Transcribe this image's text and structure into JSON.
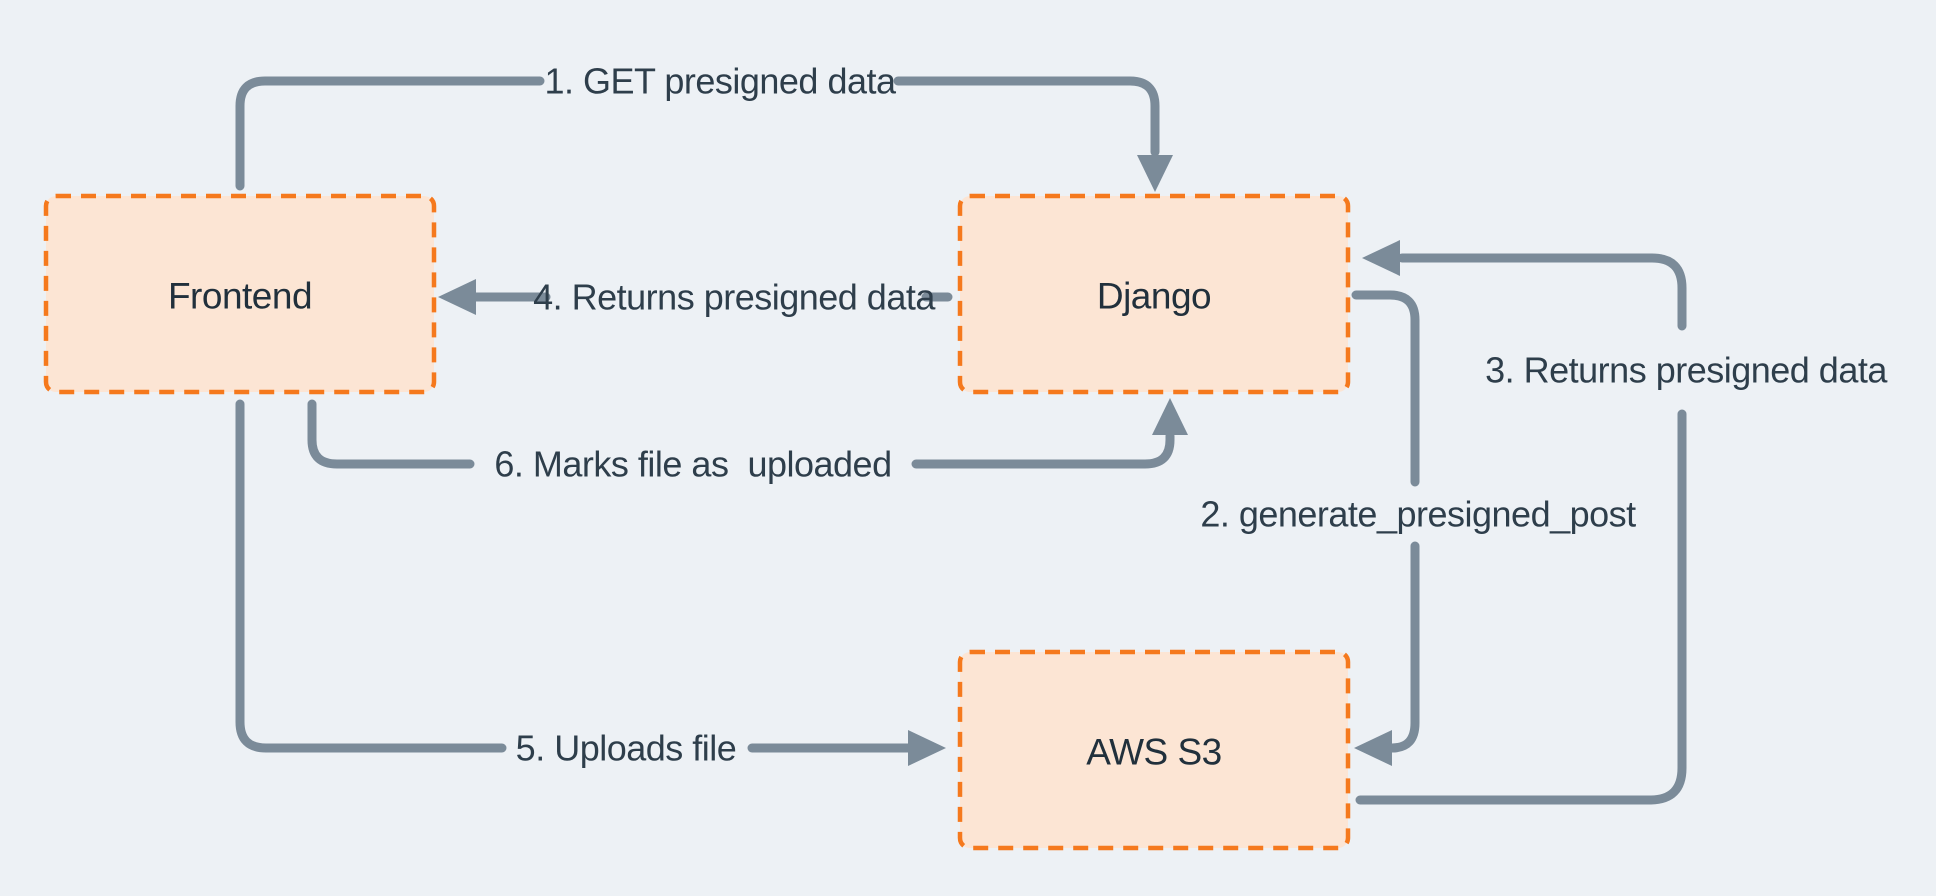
{
  "diagram": {
    "type": "flowchart",
    "colors": {
      "background": "#edf1f5",
      "node_fill": "#fce5d4",
      "node_border": "#f5791d",
      "arrow": "#7b8b99",
      "edge_text": "#2e3e4b",
      "node_text": "#21303c"
    },
    "nodes": [
      {
        "id": "frontend",
        "label": "Frontend"
      },
      {
        "id": "django",
        "label": "Django"
      },
      {
        "id": "aws-s3",
        "label": "AWS S3"
      }
    ],
    "edges": [
      {
        "step": "1",
        "from": "frontend",
        "to": "django",
        "label": "1. GET presigned data"
      },
      {
        "step": "2",
        "from": "django",
        "to": "aws-s3",
        "label": "2. generate_presigned_post"
      },
      {
        "step": "3",
        "from": "aws-s3",
        "to": "django",
        "label": "3. Returns presigned data"
      },
      {
        "step": "4",
        "from": "django",
        "to": "frontend",
        "label": "4. Returns presigned data"
      },
      {
        "step": "5",
        "from": "frontend",
        "to": "aws-s3",
        "label": "5. Uploads file"
      },
      {
        "step": "6",
        "from": "frontend",
        "to": "django",
        "label": "6. Marks file as  uploaded"
      }
    ]
  }
}
